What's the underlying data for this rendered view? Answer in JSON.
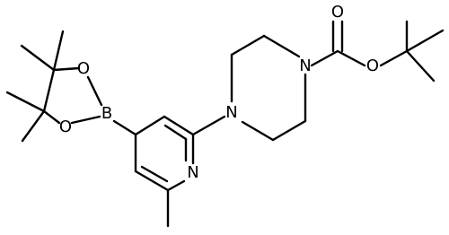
{
  "molecule": {
    "atoms": {
      "o_carbonyl": "O",
      "o_ester": "O",
      "n_boc": "N",
      "n_aryl": "N",
      "n_pyridine": "N",
      "boron": "B",
      "o_boronate_top": "O",
      "o_boronate_bottom": "O"
    }
  }
}
